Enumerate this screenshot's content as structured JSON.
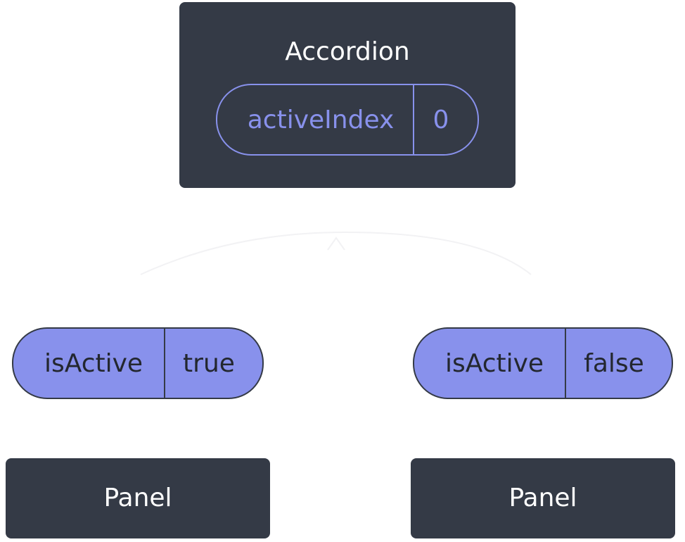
{
  "accordion": {
    "title": "Accordion",
    "state": {
      "key": "activeIndex",
      "value": "0"
    }
  },
  "props": [
    {
      "key": "isActive",
      "value": "true"
    },
    {
      "key": "isActive",
      "value": "false"
    }
  ],
  "panels": [
    {
      "title": "Panel"
    },
    {
      "title": "Panel"
    }
  ],
  "colors": {
    "node_bg": "#343a46",
    "accent": "#8891ec",
    "text_light": "#ffffff",
    "background": "#ffffff"
  }
}
